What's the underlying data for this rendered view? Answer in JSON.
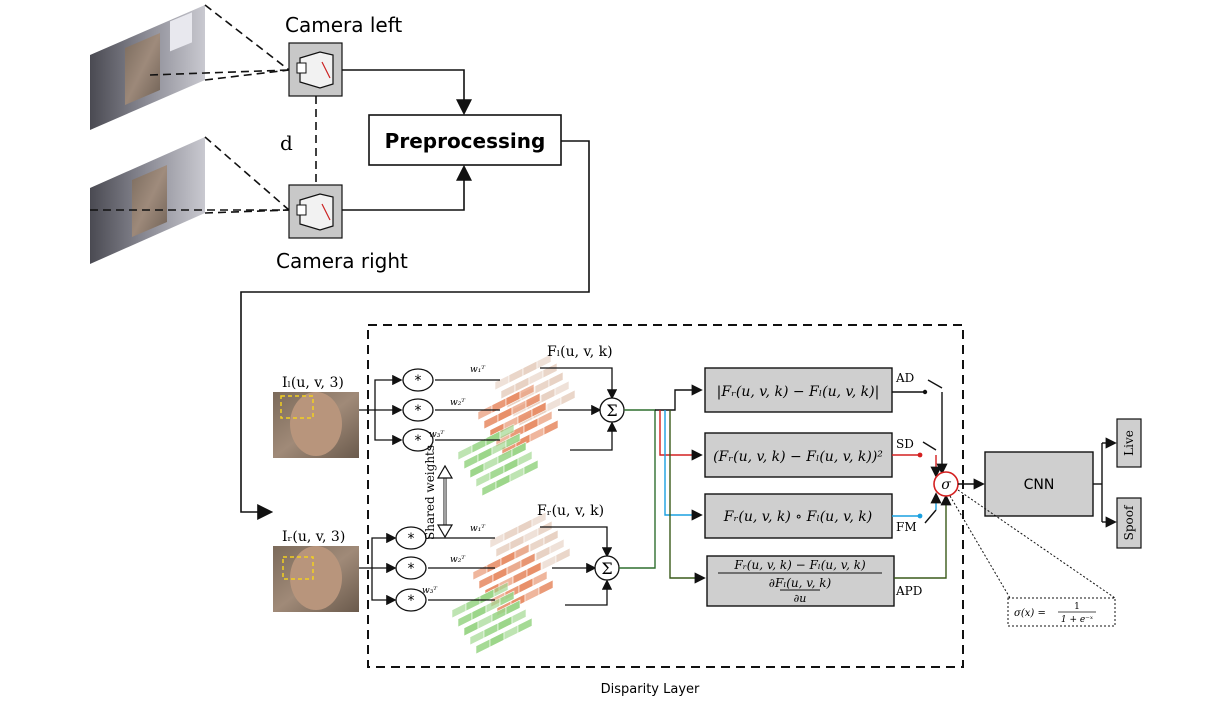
{
  "camera_left": "Camera left",
  "camera_right": "Camera right",
  "preprocessing": "Preprocessing",
  "d_label": "d",
  "il_label": "Iₗ(u, v, 3)",
  "ir_label": "Iᵣ(u, v, 3)",
  "fl_label": "Fₗ(u, v, k)",
  "fr_label": "Fᵣ(u, v, k)",
  "shared_weights": "Shared weights",
  "w1": "w₁ᵀ",
  "w2": "w₂ᵀ",
  "w3": "w₃ᵀ",
  "conv_symbol": "*",
  "sum_symbol": "Σ",
  "sigma_symbol": "σ",
  "formulas": {
    "ad": "|Fᵣ(u, v, k) − Fₗ(u, v, k)|",
    "sd": "(Fᵣ(u, v, k) − Fₗ(u, v, k))²",
    "fm": "Fᵣ(u, v, k) ∘ Fₗ(u, v, k)",
    "apd_num": "Fᵣ(u, v, k) − Fₗ(u, v, k)",
    "apd_den": "∂Fₗ(u, v, k)",
    "apd_den2": "∂u"
  },
  "tags": {
    "ad": "AD",
    "sd": "SD",
    "fm": "FM",
    "apd": "APD"
  },
  "cnn": "CNN",
  "live": "Live",
  "spoof": "Spoof",
  "sigmoid_lhs": "σ(x) =",
  "sigmoid_num": "1",
  "sigmoid_den": "1 + e⁻ˣ",
  "disparity_layer": "Disparity Layer",
  "colors": {
    "sd_line": "#d42020",
    "fm_line": "#1aa0e0",
    "apd_line": "#3a5a1a",
    "ad_line": "#111111",
    "box_fill": "#cfcfcf",
    "orange": "#e8906a",
    "green": "#9cd68a",
    "beige": "#e8d2c4"
  }
}
